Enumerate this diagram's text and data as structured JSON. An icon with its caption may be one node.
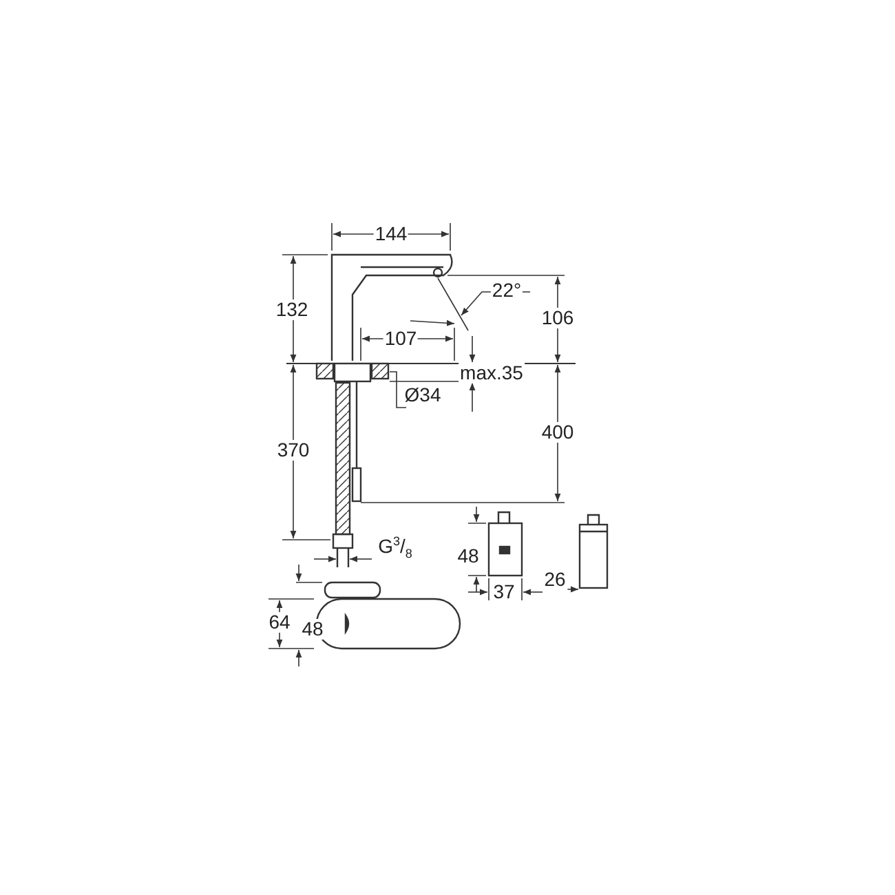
{
  "diagram": {
    "labels": [
      "144",
      "132",
      "22°",
      "106",
      "107",
      "max.35",
      "Ø34",
      "370",
      "400",
      "G$^{3}$/$_{8}$",
      "48",
      "26",
      "37",
      "64",
      "48"
    ]
  }
}
